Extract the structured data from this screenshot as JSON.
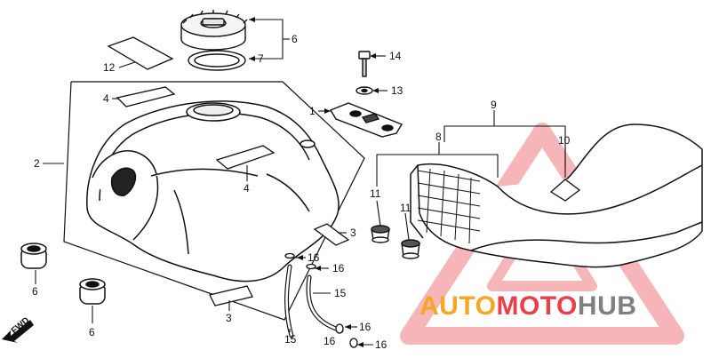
{
  "callouts": [
    {
      "id": "c1",
      "text": "1"
    },
    {
      "id": "c2",
      "text": "2"
    },
    {
      "id": "c3a",
      "text": "3"
    },
    {
      "id": "c3b",
      "text": "3"
    },
    {
      "id": "c4a",
      "text": "4"
    },
    {
      "id": "c4b",
      "text": "4"
    },
    {
      "id": "c6a",
      "text": "6"
    },
    {
      "id": "c6b",
      "text": "6"
    },
    {
      "id": "c6c",
      "text": "6"
    },
    {
      "id": "c7",
      "text": "7"
    },
    {
      "id": "c8",
      "text": "8"
    },
    {
      "id": "c9",
      "text": "9"
    },
    {
      "id": "c10",
      "text": "10"
    },
    {
      "id": "c11a",
      "text": "11"
    },
    {
      "id": "c11b",
      "text": "11"
    },
    {
      "id": "c12",
      "text": "12"
    },
    {
      "id": "c13",
      "text": "13"
    },
    {
      "id": "c14",
      "text": "14"
    },
    {
      "id": "c15a",
      "text": "15"
    },
    {
      "id": "c15b",
      "text": "15"
    },
    {
      "id": "c16a",
      "text": "16"
    },
    {
      "id": "c16b",
      "text": "16"
    },
    {
      "id": "c16c",
      "text": "16"
    },
    {
      "id": "c16d",
      "text": "16"
    },
    {
      "id": "c16e",
      "text": "16"
    }
  ],
  "direction_label": "FWD",
  "watermark": {
    "part1": "AUTO",
    "part2": "MOTO",
    "part3": "HUB",
    "color_orange": "#f5a623",
    "color_red": "#e8404a",
    "color_gray": "#808080"
  }
}
